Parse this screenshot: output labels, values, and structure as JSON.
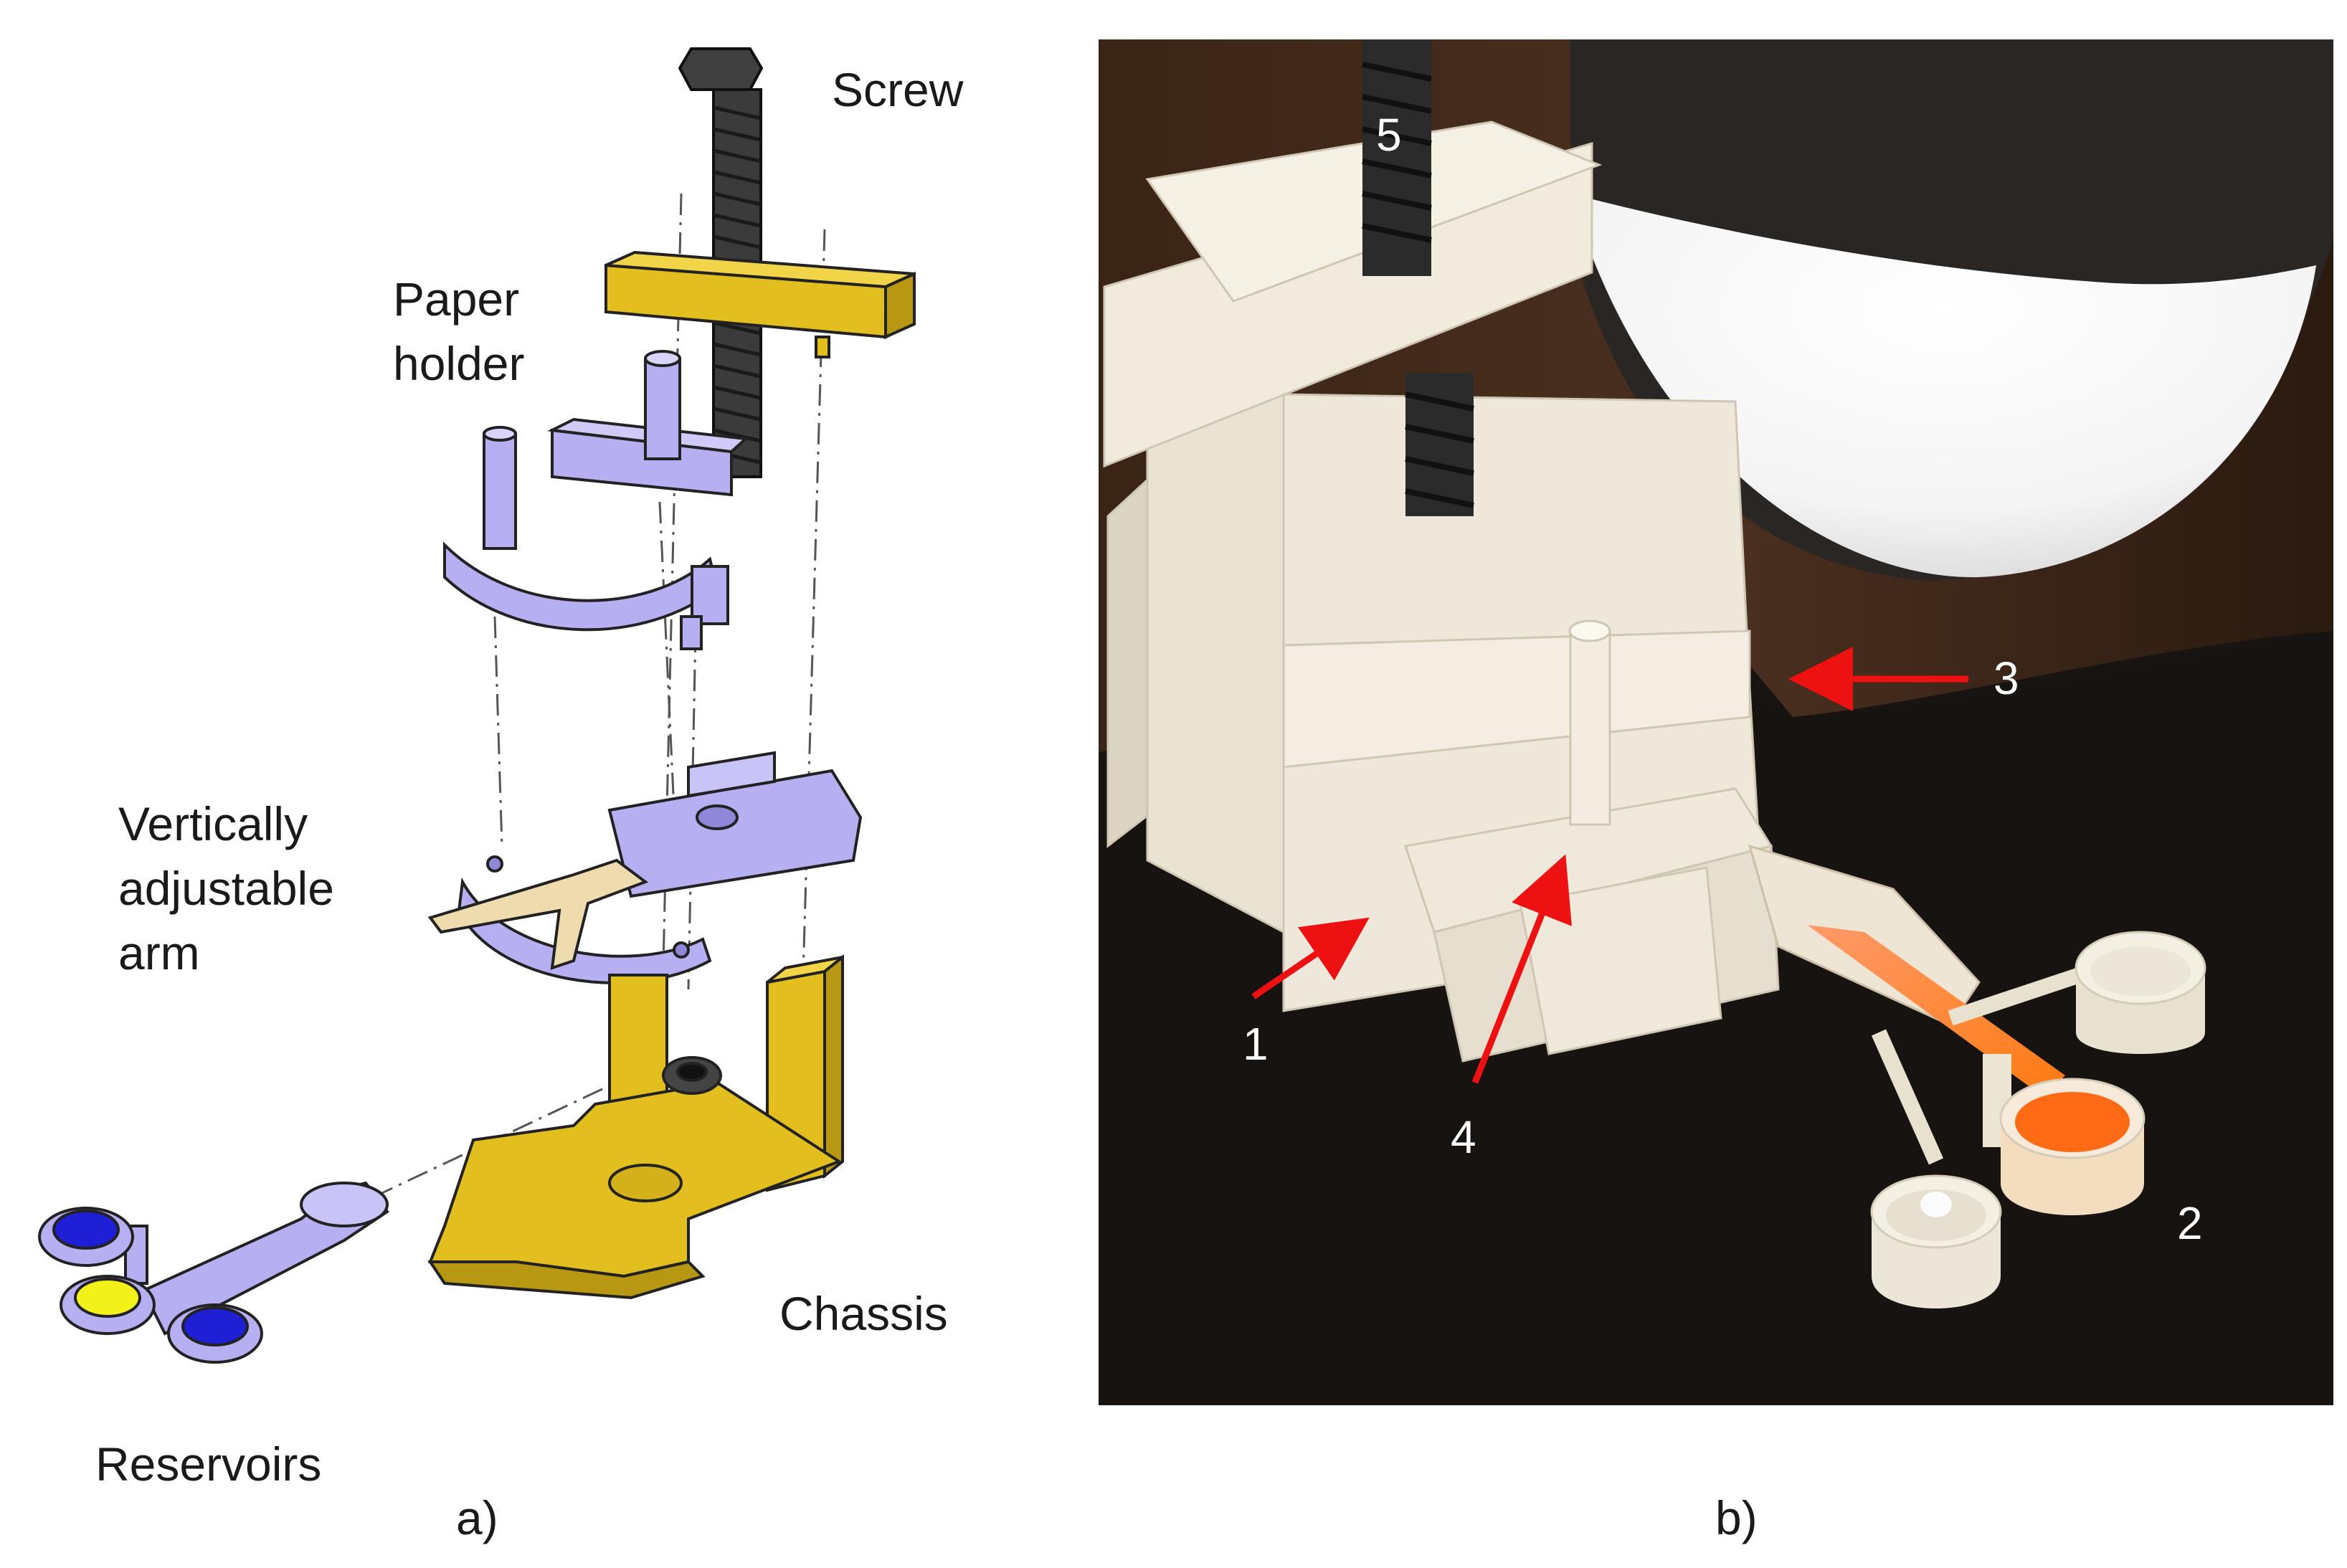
{
  "panel_a": {
    "caption": "a)",
    "labels": {
      "screw": "Screw",
      "paper_holder_line1": "Paper",
      "paper_holder_line2": "holder",
      "arm_line1": "Vertically",
      "arm_line2": "adjustable",
      "arm_line3": "arm",
      "chassis": "Chassis",
      "reservoirs": "Reservoirs"
    },
    "colors": {
      "chassis": "#e2bf1e",
      "parts": "#b6b0f2",
      "screw": "#3b3b3b",
      "paper": "#efdcae",
      "reservoir_blue": "#1f1fd6",
      "reservoir_yellow": "#f2f21a"
    }
  },
  "panel_b": {
    "caption": "b)",
    "callouts": [
      "1",
      "2",
      "3",
      "4",
      "5"
    ],
    "colors": {
      "arrow": "#ee1111",
      "device": "#efe9db",
      "background": "#191512",
      "sample": "#ff7a1a"
    }
  }
}
